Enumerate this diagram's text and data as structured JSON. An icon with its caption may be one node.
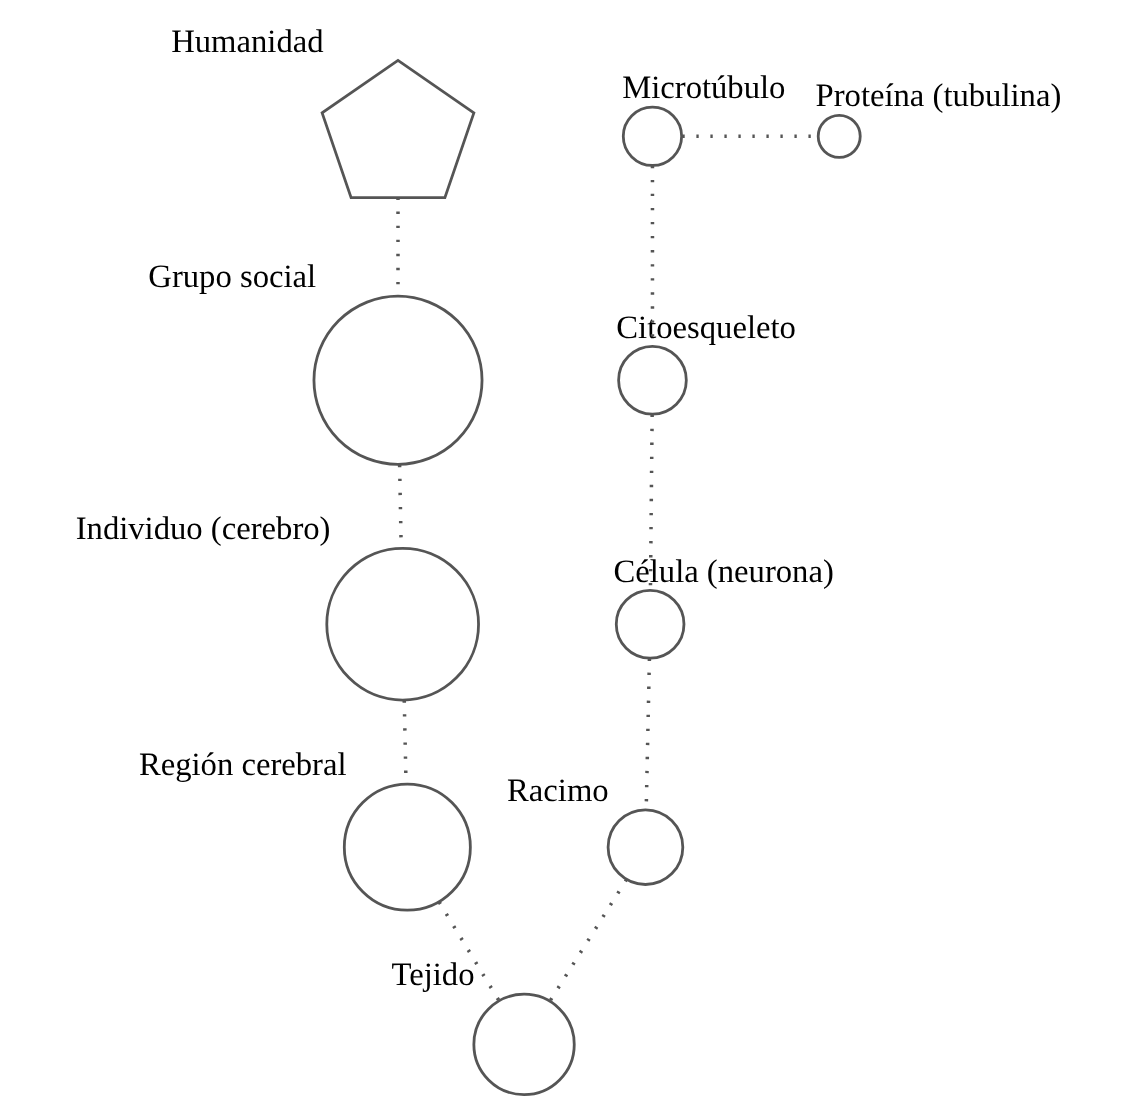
{
  "diagram": {
    "nodes": [
      {
        "text": [],
        "shape": "picture",
        "beside": [
          "Humanidad"
        ]
      },
      {
        "text": [],
        "shape": "circle",
        "beside": [
          "Grupo social"
        ]
      },
      {
        "text": [],
        "shape": "circle",
        "beside": [
          "Individuo (cerebro)"
        ]
      },
      {
        "text": [],
        "shape": "circle",
        "beside": [
          "Región cerebral"
        ]
      },
      {
        "text": [],
        "shape": "circle",
        "beside": [
          "Tejido"
        ]
      },
      {
        "text": [],
        "shape": "circle",
        "beside": [
          "Racimo"
        ]
      },
      {
        "text": [],
        "shape": "circle",
        "beside": [
          "Célula (neurona)"
        ]
      },
      {
        "text": [],
        "shape": "circle",
        "beside": [
          "Citoesqueleto"
        ]
      },
      {
        "text": [],
        "shape": "circle",
        "beside": [
          "Microtúbulo"
        ]
      },
      {
        "text": [],
        "shape": "circle",
        "beside": [
          "Proteína (tubulina)"
        ]
      }
    ],
    "edges": [
      {
        "from": 0,
        "to": 1,
        "arrow": "none"
      },
      {
        "from": 1,
        "to": 2,
        "arrow": "none"
      },
      {
        "from": 2,
        "to": 3,
        "arrow": "none"
      },
      {
        "from": 3,
        "to": 4,
        "arrow": "none"
      },
      {
        "from": 4,
        "to": 5,
        "arrow": "none"
      },
      {
        "from": 5,
        "to": 6,
        "arrow": "none"
      },
      {
        "from": 6,
        "to": 7,
        "arrow": "none"
      },
      {
        "from": 7,
        "to": 8,
        "arrow": "none"
      },
      {
        "from": 8,
        "to": 9,
        "arrow": "none"
      }
    ]
  }
}
